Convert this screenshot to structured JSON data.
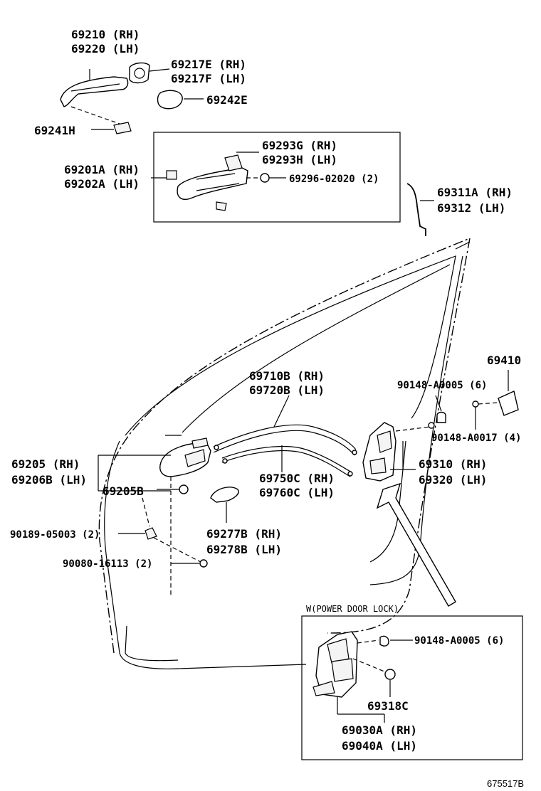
{
  "labels": {
    "handle_rh": "69210 (RH)",
    "handle_lh": "69220 (LH)",
    "cover_rh": "69217E (RH)",
    "cover_lh": "69217F (LH)",
    "pad": "69242E",
    "gasket": "69241H",
    "frame_rh": "69201A (RH)",
    "frame_lh": "69202A (LH)",
    "screw_g_rh": "69293G (RH)",
    "screw_h_lh": "69293H (LH)",
    "bolt": "69296-02020 (2)",
    "rod_rh": "69311A (RH)",
    "rod_lh": "69312 (LH)",
    "striker": "69410",
    "screw_strike_top": "90148-A0005 (6)",
    "screw_strike_bot": "90148-A0017 (4)",
    "cable_top_rh": "69710B (RH)",
    "cable_top_lh": "69720B (LH)",
    "cable_bot_rh": "69750C (RH)",
    "cable_bot_lh": "69760C (LH)",
    "inner_handle_rh": "69205 (RH)",
    "inner_handle_lh": "69206B (LH)",
    "inner_handle_sub": "69205B",
    "bezel_rh": "69277B (RH)",
    "bezel_lh": "69278B (LH)",
    "clip": "90189-05003 (2)",
    "screw_inner": "90080-16113 (2)",
    "lock_rh": "69310 (RH)",
    "lock_lh": "69320 (LH)",
    "power_note": "W(POWER DOOR LOCK)",
    "power_screw": "90148-A0005 (6)",
    "power_cap": "69318C",
    "power_lock_rh": "69030A (RH)",
    "power_lock_lh": "69040A (LH)",
    "diagram_ref": "675517B"
  }
}
